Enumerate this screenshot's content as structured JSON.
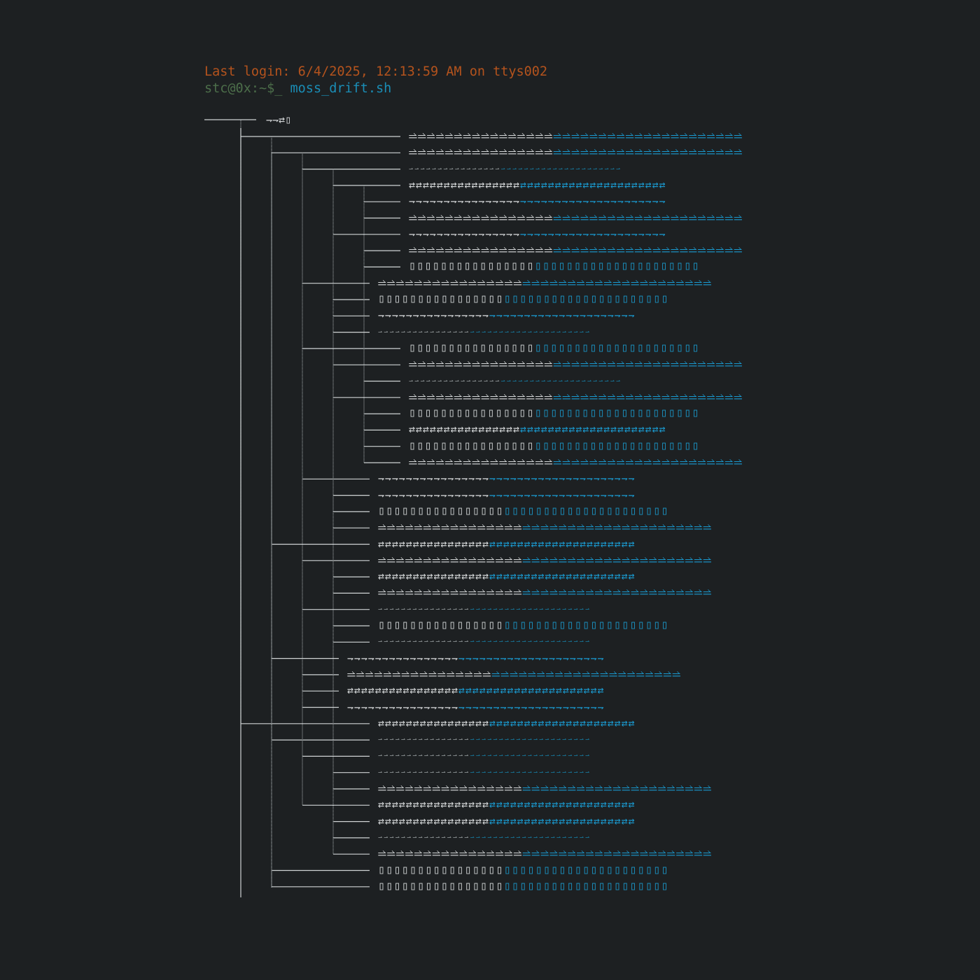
{
  "terminal": {
    "login_line": "Last login: 6/4/2025, 12:13:59 AM on ttys002",
    "prompt_user": "stc@0x:~$_",
    "prompt_command": "moss_drift.sh",
    "root_glyphs": "⇁⇁⇄▯"
  },
  "glyph_sets": {
    "harpoon": "⥬",
    "arrow": "⇁",
    "dash": "⇀",
    "box": "▯",
    "cycle": "⇄"
  },
  "colors": {
    "background": "#1d2022",
    "login": "#b4531d",
    "prompt_user": "#4c6e4a",
    "prompt_command": "#1a8db6",
    "tree_line": "#cfd3d4",
    "glyph_white": "#d6d9da",
    "glyph_blue": "#1a9ad0"
  },
  "rows": [
    {
      "kind": "harpoon",
      "white": 16,
      "blue": 21
    },
    {
      "kind": "harpoon",
      "white": 16,
      "blue": 21
    },
    {
      "kind": "dash",
      "white": 16,
      "blue": 21
    },
    {
      "kind": "cycle",
      "white": 16,
      "blue": 21
    },
    {
      "kind": "arrow",
      "white": 16,
      "blue": 21
    },
    {
      "kind": "harpoon",
      "white": 16,
      "blue": 21
    },
    {
      "kind": "arrow",
      "white": 16,
      "blue": 21
    },
    {
      "kind": "harpoon",
      "white": 16,
      "blue": 21
    },
    {
      "kind": "box",
      "white": 16,
      "blue": 21
    },
    {
      "kind": "harpoon",
      "white": 16,
      "blue": 21
    },
    {
      "kind": "box",
      "white": 16,
      "blue": 21
    },
    {
      "kind": "arrow",
      "white": 16,
      "blue": 21
    },
    {
      "kind": "dash",
      "white": 16,
      "blue": 21
    },
    {
      "kind": "box",
      "white": 16,
      "blue": 21
    },
    {
      "kind": "harpoon",
      "white": 16,
      "blue": 21
    },
    {
      "kind": "dash",
      "white": 16,
      "blue": 21
    },
    {
      "kind": "harpoon",
      "white": 16,
      "blue": 21
    },
    {
      "kind": "box",
      "white": 16,
      "blue": 21
    },
    {
      "kind": "cycle",
      "white": 16,
      "blue": 21
    },
    {
      "kind": "box",
      "white": 16,
      "blue": 21
    },
    {
      "kind": "harpoon",
      "white": 16,
      "blue": 21
    },
    {
      "kind": "arrow",
      "white": 16,
      "blue": 21
    },
    {
      "kind": "arrow",
      "white": 16,
      "blue": 21
    },
    {
      "kind": "box",
      "white": 16,
      "blue": 21
    },
    {
      "kind": "harpoon",
      "white": 16,
      "blue": 21
    },
    {
      "kind": "cycle",
      "white": 16,
      "blue": 21
    },
    {
      "kind": "harpoon",
      "white": 16,
      "blue": 21
    },
    {
      "kind": "cycle",
      "white": 16,
      "blue": 21
    },
    {
      "kind": "harpoon",
      "white": 16,
      "blue": 21
    },
    {
      "kind": "dash",
      "white": 16,
      "blue": 21
    },
    {
      "kind": "box",
      "white": 16,
      "blue": 21
    },
    {
      "kind": "dash",
      "white": 16,
      "blue": 21
    },
    {
      "kind": "arrow",
      "white": 16,
      "blue": 21
    },
    {
      "kind": "harpoon",
      "white": 16,
      "blue": 21
    },
    {
      "kind": "cycle",
      "white": 16,
      "blue": 21
    },
    {
      "kind": "arrow",
      "white": 16,
      "blue": 21
    },
    {
      "kind": "cycle",
      "white": 16,
      "blue": 21
    },
    {
      "kind": "dash",
      "white": 16,
      "blue": 21
    },
    {
      "kind": "dash",
      "white": 16,
      "blue": 21
    },
    {
      "kind": "dash",
      "white": 16,
      "blue": 21
    },
    {
      "kind": "harpoon",
      "white": 16,
      "blue": 21
    },
    {
      "kind": "cycle",
      "white": 16,
      "blue": 21
    },
    {
      "kind": "cycle",
      "white": 16,
      "blue": 21
    },
    {
      "kind": "dash",
      "white": 16,
      "blue": 21
    },
    {
      "kind": "harpoon",
      "white": 16,
      "blue": 21
    },
    {
      "kind": "box",
      "white": 16,
      "blue": 21
    },
    {
      "kind": "box",
      "white": 16,
      "blue": 21
    }
  ]
}
